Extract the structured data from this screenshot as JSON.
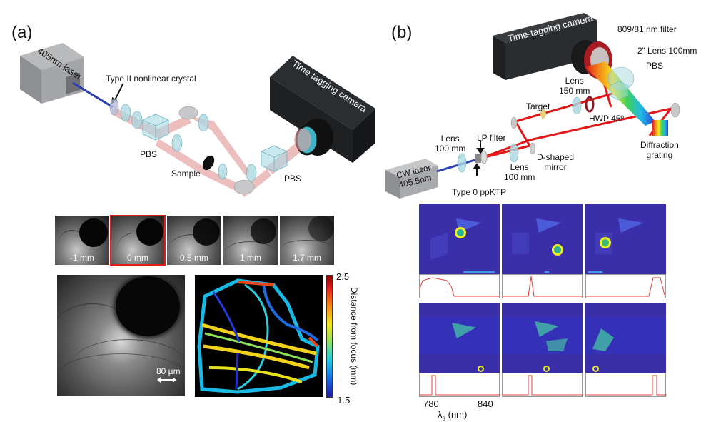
{
  "panel_a": {
    "label": "(a)",
    "setup": {
      "laser_label": "405nm laser",
      "crystal_label": "Type II nonlinear crystal",
      "pbs1_label": "PBS",
      "sample_label": "Sample",
      "pbs2_label": "PBS",
      "camera_label": "Time tagging camera"
    },
    "focus_series": [
      {
        "caption": "-1 mm",
        "selected": false
      },
      {
        "caption": "0 mm",
        "selected": true
      },
      {
        "caption": "0.5 mm",
        "selected": false
      },
      {
        "caption": "1 mm",
        "selected": false
      },
      {
        "caption": "1.7 mm",
        "selected": false
      }
    ],
    "large_image": {
      "scalebar_label": "80 µm"
    },
    "depth_map": {
      "colorbar_max": "2.5",
      "colorbar_min": "-1.5",
      "colorbar_title": "Distance from focus (mm)"
    }
  },
  "panel_b": {
    "label": "(b)",
    "setup": {
      "camera_label": "Time-tagging camera",
      "filter_label": "809/81 nm filter",
      "lens2in_label": "2” Lens 100mm",
      "pbs_label": "PBS",
      "lens150_label_1": "Lens",
      "lens150_label_2": "150 mm",
      "target_label": "Target",
      "hwp_label": "HWP 45º",
      "grating_label_1": "Diffraction",
      "grating_label_2": "grating",
      "lens100a_label_1": "Lens",
      "lens100a_label_2": "100 mm",
      "lpfilter_label": "LP filter",
      "lens100b_label_1": "Lens",
      "lens100b_label_2": "100 mm",
      "dmirror_label_1": "D-shaped",
      "dmirror_label_2": "mirror",
      "laser_label_1": "CW laser",
      "laser_label_2": "405.5nm",
      "crystal_label": "Type 0 ppKTP"
    },
    "spectra": {
      "xtick_1": "780",
      "xtick_2": "840",
      "xlabel": "λ",
      "xlabel_sub": "s",
      "xlabel_unit": " (nm)"
    }
  },
  "colors": {
    "pump_beam": "#2a3fb0",
    "idler_beam": "#e07a7a",
    "red_beam": "#e01818",
    "spectrum_bg": "#3a2fa8",
    "trace_line": "#e04040",
    "highlight": "#e41b1b",
    "marker": "#f2ee1a"
  }
}
